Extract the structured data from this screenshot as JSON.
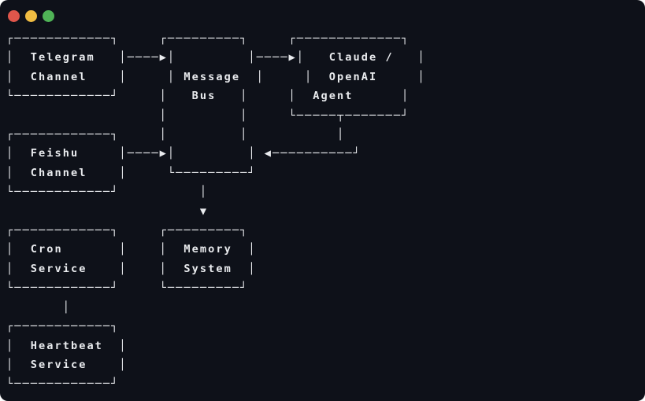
{
  "window": {
    "background_color": "#0e1119",
    "text_color": "#e9ebee",
    "titlebar": {
      "close_color": "#e0564b",
      "minimize_color": "#f0bc42",
      "maximize_color": "#4fb356"
    }
  },
  "diagram": {
    "nodes": [
      "Telegram Channel",
      "Feishu Channel",
      "Message Bus",
      "Claude / OpenAI Agent",
      "Memory System",
      "Cron Service",
      "Heartbeat Service"
    ],
    "ascii_lines": [
      "┌────────────┐     ┌─────────┐     ┌─────────────┐",
      "│  Telegram   │────▶│         │────▶│   Claude /   │",
      "│  Channel    │     │ Message  │     │  OpenAI     │",
      "└────────────┘     │   Bus   │     │  Agent      │",
      "                   │         │     └─────┬───────┘",
      "┌────────────┐     │         │           │",
      "│  Feishu     │────▶│         │ ◀──────────┘",
      "│  Channel    │     └─────────┘",
      "└────────────┘          │",
      "                        ▼",
      "┌────────────┐     ┌─────────┐",
      "│  Cron       │    │  Memory  │",
      "│  Service    │    │  System  │",
      "└────────────┘     └─────────┘",
      "       │",
      "┌────────────┐",
      "│  Heartbeat  │",
      "│  Service    │",
      "└────────────┘"
    ]
  }
}
